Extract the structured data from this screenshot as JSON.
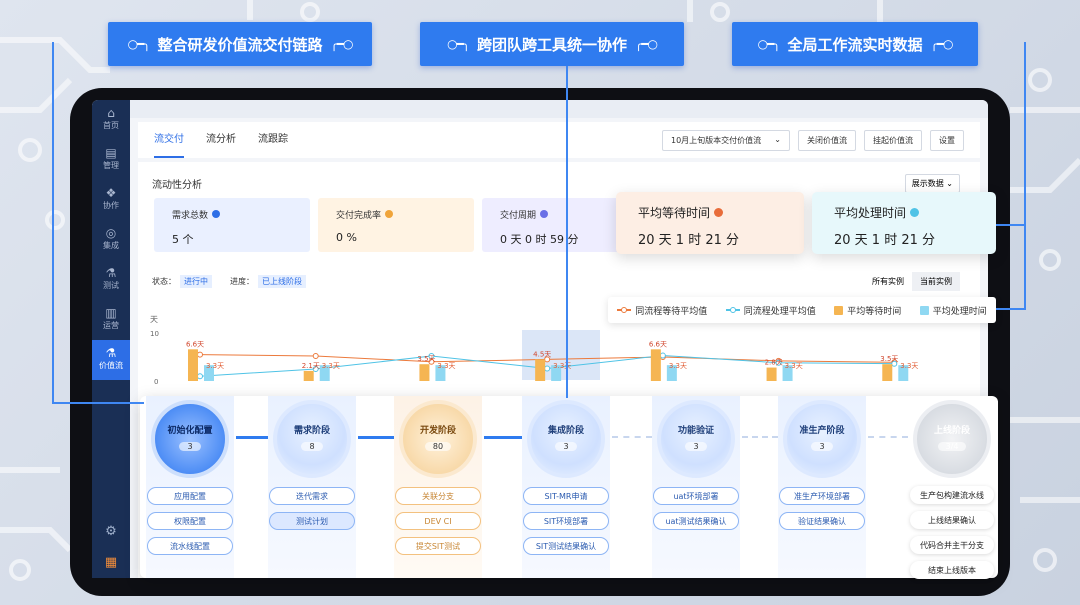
{
  "callouts": [
    {
      "label": "整合研发价值流交付链路"
    },
    {
      "label": "跨团队跨工具统一协作"
    },
    {
      "label": "全局工作流实时数据"
    }
  ],
  "sidebar": {
    "items": [
      {
        "icon": "home-icon",
        "label": "首页"
      },
      {
        "icon": "manage-icon",
        "label": "管理"
      },
      {
        "icon": "collab-icon",
        "label": "协作"
      },
      {
        "icon": "integrate-icon",
        "label": "集成"
      },
      {
        "icon": "test-icon",
        "label": "测试"
      },
      {
        "icon": "ops-icon",
        "label": "运营"
      },
      {
        "icon": "valueflow-icon",
        "label": "价值流"
      }
    ],
    "bottom": [
      "settings-icon",
      "apps-icon"
    ]
  },
  "tabs": [
    {
      "label": "流交付",
      "active": true
    },
    {
      "label": "流分析"
    },
    {
      "label": "流跟踪"
    }
  ],
  "toolbar": {
    "select_value": "10月上旬版本交付价值流",
    "buttons": [
      "关闭价值流",
      "挂起价值流",
      "设置"
    ]
  },
  "panel": {
    "title": "流动性分析",
    "show_data": "展示数据"
  },
  "metrics": [
    {
      "label": "需求总数",
      "value": "5 个",
      "color": "#eaf0ff",
      "dot": "#2d6ee6"
    },
    {
      "label": "交付完成率",
      "value": "0 %",
      "color": "#fff3e3",
      "dot": "#f0a43a"
    },
    {
      "label": "交付周期",
      "value": "0 天 0 时 59 分",
      "color": "#eeedff",
      "dot": "#6a6fe6"
    }
  ],
  "float_cards": [
    {
      "label": "平均等待时间",
      "value": "20 天 1 时 21 分",
      "bg": "#fdeee4",
      "dot": "#e86c3a"
    },
    {
      "label": "平均处理时间",
      "value": "20 天 1 时 21 分",
      "bg": "#e7f8fb",
      "dot": "#4fc3e6"
    }
  ],
  "status": {
    "state_label": "状态：",
    "state_value": "进行中",
    "progress_label": "进度：",
    "progress_value": "已上线阶段"
  },
  "instance_toggle": [
    "所有实例",
    "当前实例"
  ],
  "legend": [
    {
      "label": "同流程等待平均值",
      "color": "#ec7a3c",
      "kind": "line"
    },
    {
      "label": "同流程处理平均值",
      "color": "#4fc3e6",
      "kind": "line"
    },
    {
      "label": "平均等待时间",
      "color": "#f5b552",
      "kind": "bar"
    },
    {
      "label": "平均处理时间",
      "color": "#8fd8f2",
      "kind": "bar"
    }
  ],
  "chart_data": {
    "type": "bar",
    "ylabel": "天",
    "yticks": [
      "10",
      "0"
    ],
    "ylim": [
      0,
      10
    ],
    "categories": [
      "初始化配置",
      "需求阶段",
      "开发阶段",
      "集成阶段",
      "功能验证",
      "准生产阶段",
      "上线阶段"
    ],
    "series": [
      {
        "name": "平均等待时间",
        "values": [
          6.6,
          2.1,
          3.5,
          4.5,
          6.6,
          2.8,
          3.5
        ],
        "labels": [
          "6.6天",
          "2.1天",
          "3.5天",
          "4.5天",
          "6.6天",
          "2.8天",
          "3.5天"
        ]
      },
      {
        "name": "平均处理时间",
        "values": [
          3.3,
          3.3,
          3.3,
          3.3,
          3.3,
          3.3,
          3.3
        ],
        "labels": [
          "3.3天",
          "3.3天",
          "3.3天",
          "3.3天",
          "3.3天",
          "3.3天",
          "3.3天"
        ]
      }
    ],
    "lines": [
      {
        "name": "同流程等待平均值",
        "values": [
          5.5,
          5.2,
          4.0,
          4.5,
          5.0,
          4.2,
          3.9
        ]
      },
      {
        "name": "同流程处理平均值",
        "values": [
          1.0,
          2.5,
          5.2,
          2.6,
          5.3,
          3.8,
          3.6
        ]
      }
    ]
  },
  "stages": [
    {
      "name": "初始化配置",
      "count": "3",
      "style": "first",
      "tasks": [
        "应用配置",
        "权限配置",
        "流水线配置"
      ]
    },
    {
      "name": "需求阶段",
      "count": "8",
      "style": "blue",
      "tasks": [
        "迭代需求",
        "测试计划"
      ]
    },
    {
      "name": "开发阶段",
      "count": "80",
      "style": "orange",
      "tasks": [
        "关联分支",
        "DEV CI",
        "提交SIT测试"
      ]
    },
    {
      "name": "集成阶段",
      "count": "3",
      "style": "blue",
      "tasks": [
        "SIT-MR申请",
        "SIT环境部署",
        "SIT测试结果确认"
      ]
    },
    {
      "name": "功能验证",
      "count": "3",
      "style": "blue",
      "tasks": [
        "uat环境部署",
        "uat测试结果确认"
      ]
    },
    {
      "name": "准生产阶段",
      "count": "3",
      "style": "blue",
      "tasks": [
        "准生产环境部署",
        "验证结果确认"
      ]
    },
    {
      "name": "上线阶段",
      "count": "3/4",
      "style": "grey",
      "tasks": [
        "生产包构建流水线",
        "上线结果确认",
        "代码合并主干分支",
        "结束上线版本"
      ]
    }
  ]
}
